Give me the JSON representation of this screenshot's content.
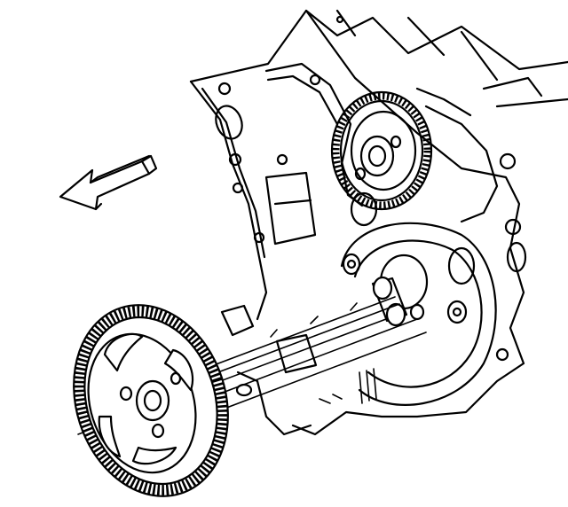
{
  "drawing": {
    "direction_arrow": "arrow-left-icon",
    "parts": [
      "engine-front-cover",
      "camshaft-sprocket",
      "idler-gear-hub",
      "drive-gear",
      "alignment-pins"
    ]
  },
  "colors": {
    "ink": "#000000",
    "paper": "#ffffff"
  }
}
